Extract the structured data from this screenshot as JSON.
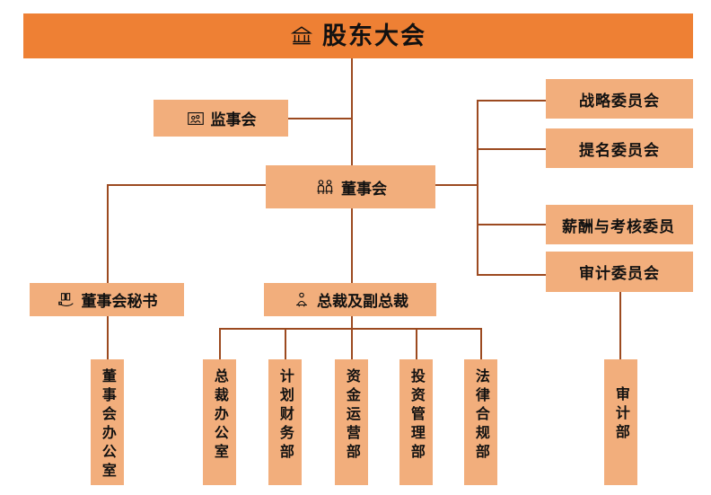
{
  "chart": {
    "title_text": "股东大会",
    "colors": {
      "banner_fill": "#EE8034",
      "node_fill": "#F2AE7C",
      "line": "#9C4A20",
      "text": "#111111",
      "background": "#FFFFFF"
    }
  },
  "banner": {
    "label": "股东大会",
    "icon": "bank-building-icon"
  },
  "supervisors": {
    "label": "监事会",
    "icon": "group-photo-icon"
  },
  "board": {
    "label": "董事会",
    "icon": "two-people-seated-icon"
  },
  "secretary": {
    "label": "董事会秘书",
    "icon": "open-book-on-hand-icon"
  },
  "president": {
    "label": "总裁及副总裁",
    "icon": "person-at-podium-icon"
  },
  "committees": [
    {
      "label": "战略委员会",
      "name": "strategy-committee"
    },
    {
      "label": "提名委员会",
      "name": "nomination-committee"
    },
    {
      "label": "薪酬与考核委员",
      "name": "remuneration-and-appraisal-committee"
    },
    {
      "label": "审计委员会",
      "name": "audit-committee"
    }
  ],
  "departments": [
    {
      "label": "董事会办公室",
      "name": "board-office"
    },
    {
      "label": "总裁办公室",
      "name": "president-office"
    },
    {
      "label": "计划财务部",
      "name": "planning-and-finance-department"
    },
    {
      "label": "资金运营部",
      "name": "fund-operation-department"
    },
    {
      "label": "投资管理部",
      "name": "investment-management-department"
    },
    {
      "label": "法律合规部",
      "name": "legal-and-compliance-department"
    },
    {
      "label": "审计部",
      "name": "audit-department"
    }
  ]
}
